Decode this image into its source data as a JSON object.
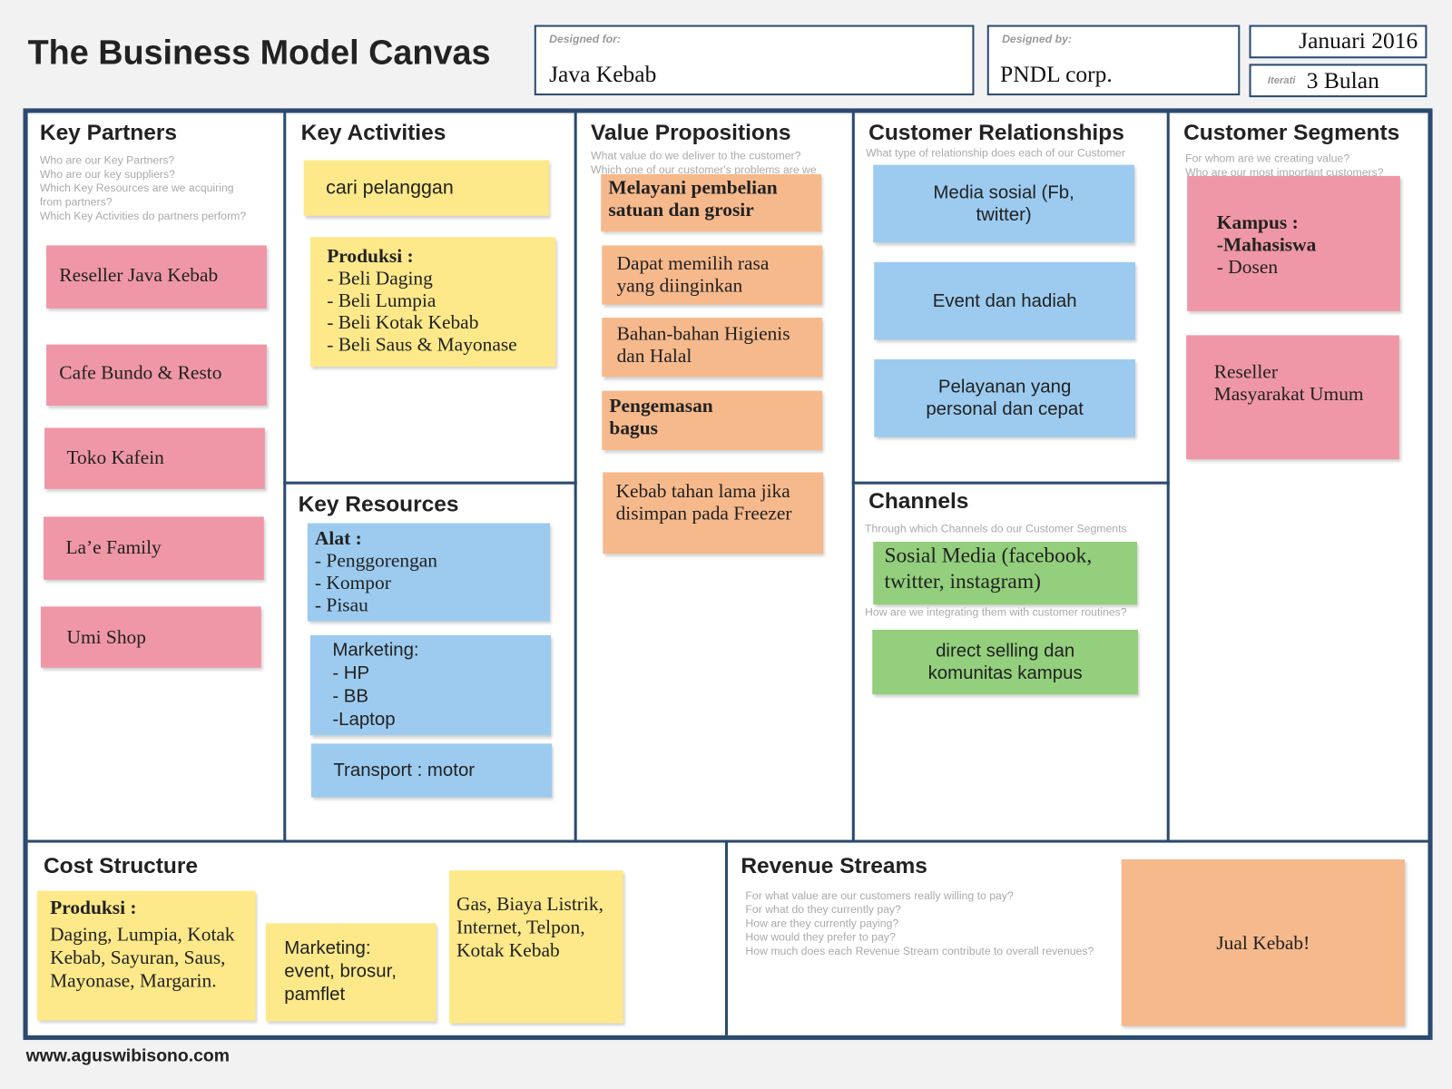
{
  "header": {
    "title": "The Business Model Canvas",
    "designed_for_label": "Designed for:",
    "designed_for": "Java Kebab",
    "designed_by_label": "Designed by:",
    "designed_by": "PNDL corp.",
    "date": "Januari 2016",
    "iteration_label": "Iterati",
    "iteration": "3 Bulan"
  },
  "sections": {
    "key_partners": {
      "title": "Key Partners",
      "guide": [
        "Who are our Key Partners?",
        "Who are our key suppliers?",
        "Which Key Resources are we acquiring",
        "from partners?",
        "Which Key Activities do partners perform?"
      ],
      "notes": [
        "Reseller Java Kebab",
        "Cafe Bundo & Resto",
        "Toko Kafein",
        "La’e Family",
        "Umi Shop"
      ]
    },
    "key_activities": {
      "title": "Key Activities",
      "notes": {
        "first": "cari pelanggan",
        "produksi_title": "Produksi :",
        "produksi_items": [
          "-  Beli Daging",
          "-  Beli Lumpia",
          "-  Beli Kotak Kebab",
          "-  Beli Saus & Mayonase"
        ]
      }
    },
    "key_resources": {
      "title": "Key Resources",
      "notes": {
        "alat_title": "Alat :",
        "alat_items": [
          "-  Penggorengan",
          "-  Kompor",
          "-  Pisau"
        ],
        "marketing_title": "Marketing:",
        "marketing_items": [
          "- HP",
          "- BB",
          "-Laptop"
        ],
        "transport": "Transport : motor"
      }
    },
    "value_propositions": {
      "title": "Value Propositions",
      "guide": [
        "What value do we deliver to the customer?",
        "Which one of our customer's problems are we"
      ],
      "notes": [
        "Melayani pembelian satuan dan grosir",
        "Dapat memilih rasa yang diinginkan",
        "Bahan-bahan Higienis dan Halal",
        "Pengemasan bagus",
        "Kebab tahan lama jika disimpan pada Freezer"
      ]
    },
    "customer_relationships": {
      "title": "Customer Relationships",
      "guide": [
        "What type of relationship does each of our Customer"
      ],
      "notes": [
        "Media sosial (Fb, twitter)",
        "Event dan hadiah",
        "Pelayanan yang personal dan cepat"
      ]
    },
    "channels": {
      "title": "Channels",
      "guide": [
        "Through which Channels do our Customer Segments",
        "How are we integrating them with customer routines?"
      ],
      "notes": [
        "Sosial Media (facebook, twitter, instagram)",
        "direct selling dan komunitas kampus"
      ]
    },
    "customer_segments": {
      "title": "Customer Segments",
      "guide": [
        "For whom are we creating value?",
        "Who are our most important customers?"
      ],
      "notes": {
        "kampus_title": "Kampus :",
        "kampus_sub": "-Mahasiswa",
        "kampus_item": "- Dosen",
        "second": "Reseller Masyarakat Umum"
      }
    },
    "cost_structure": {
      "title": "Cost Structure",
      "notes": {
        "produksi_title": "Produksi :",
        "produksi_body": "Daging, Lumpia, Kotak Kebab, Sayuran, Saus, Mayonase, Margarin.",
        "marketing": "Marketing: event, brosur, pamflet",
        "other": "Gas, Biaya Listrik, Internet, Telpon, Kotak Kebab"
      }
    },
    "revenue_streams": {
      "title": "Revenue Streams",
      "guide": [
        "For what value are our customers really willing to pay?",
        "For what do they currently pay?",
        "How are they currently paying?",
        "How would they prefer to pay?",
        "How much does each Revenue Stream contribute to overall revenues?"
      ],
      "notes": [
        "Jual Kebab!"
      ]
    }
  },
  "footer": {
    "site": "www.aguswibisono.com"
  },
  "colors": {
    "border": "#2b4a6e",
    "pink": "#ef97a6",
    "yellow": "#fde98a",
    "orange": "#f6b98c",
    "blue": "#9ccbef",
    "green": "#93cf7c"
  }
}
